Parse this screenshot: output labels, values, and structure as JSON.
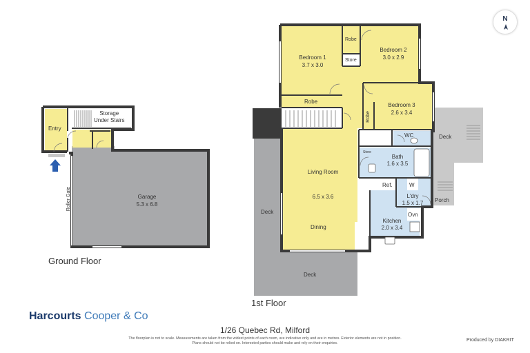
{
  "compass_label": "N",
  "ground_floor": {
    "label": "Ground Floor",
    "rooms": {
      "entry": "Entry",
      "storage": "Storage\nUnder Stairs",
      "roller_gate": "Roller Gate",
      "garage_name": "Garage",
      "garage_size": "5.3 x 6.8"
    }
  },
  "first_floor": {
    "label": "1st Floor",
    "rooms": {
      "robe_top": "Robe",
      "store_top": "Store",
      "bedroom1_name": "Bedroom 1",
      "bedroom1_size": "3.7 x 3.0",
      "bedroom2_name": "Bedroom 2",
      "bedroom2_size": "3.0 x 2.9",
      "bedroom3_name": "Bedroom 3",
      "bedroom3_size": "2.6 x 3.4",
      "robe_mid": "Robe",
      "robe_side": "Robe",
      "wc": "WC",
      "store_bath": "Store",
      "bath_name": "Bath",
      "bath_size": "1.6 x 3.5",
      "ref": "Ref.",
      "w": "W",
      "laundry_name": "L'dry",
      "laundry_size": "1.5 x 1.7",
      "porch": "Porch",
      "oven": "Ovn",
      "kitchen_name": "Kitchen",
      "kitchen_size": "2.0 x 3.4",
      "living_name": "Living Room",
      "living_size": "6.5 x 3.6",
      "dining": "Dining",
      "deck_left": "Deck",
      "deck_bottom": "Deck",
      "deck_right": "Deck"
    }
  },
  "branding": {
    "company": "Harcourts",
    "office": "Cooper & Co"
  },
  "address": "1/26 Quebec Rd, Milford",
  "disclaimer": "The floorplan is not to scale. Measurements are taken from the widest points of each room, are indicative only and are in metres. Exterior elements are not in position. Plans should not be relied on. Interested parties should make and rely on their enquiries.",
  "produced_by": "Produced by DIAKRIT",
  "colors": {
    "yellow_room": "#f6ec93",
    "blue_room": "#cfe2f2",
    "grey_area": "#a8a9ab",
    "wall": "#3a3a3a",
    "entry_arrow": "#2c5fb0"
  },
  "icons": [
    "north-compass-icon",
    "entry-arrow-icon"
  ]
}
